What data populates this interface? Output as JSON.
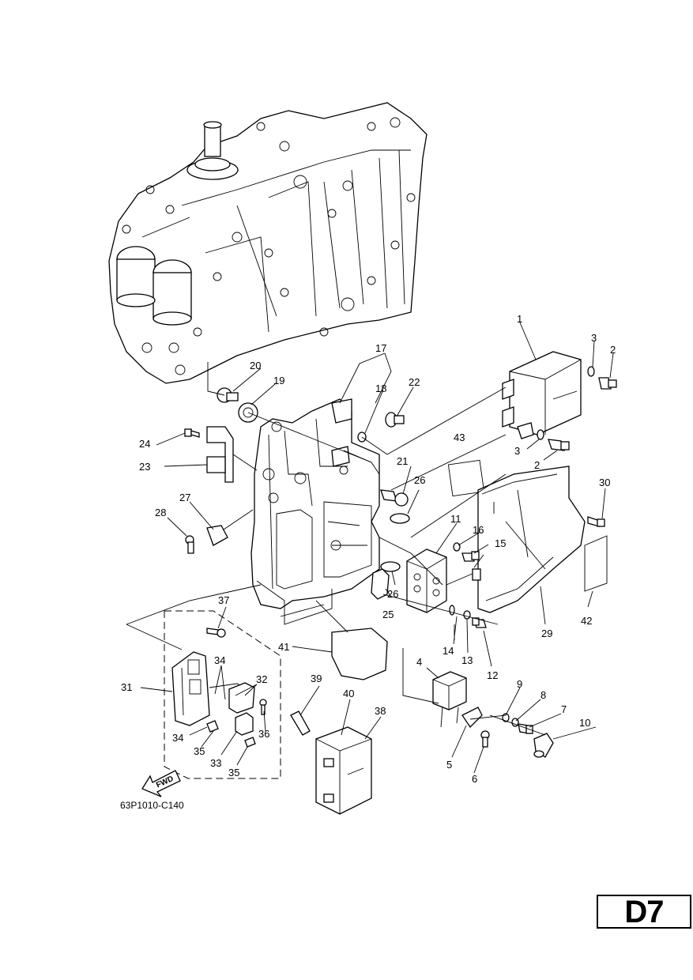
{
  "diagram_code": "63P1010-C140",
  "page_tag": "D7",
  "fwd_label": "FWD",
  "callouts": [
    "1",
    "2",
    "3",
    "3",
    "2",
    "4",
    "5",
    "6",
    "7",
    "8",
    "9",
    "10",
    "11",
    "12",
    "13",
    "14",
    "15",
    "16",
    "17",
    "18",
    "19",
    "20",
    "21",
    "22",
    "23",
    "24",
    "25",
    "26",
    "26",
    "27",
    "28",
    "29",
    "30",
    "31",
    "32",
    "33",
    "34",
    "34",
    "35",
    "35",
    "36",
    "37",
    "38",
    "39",
    "40",
    "41",
    "42",
    "43"
  ]
}
